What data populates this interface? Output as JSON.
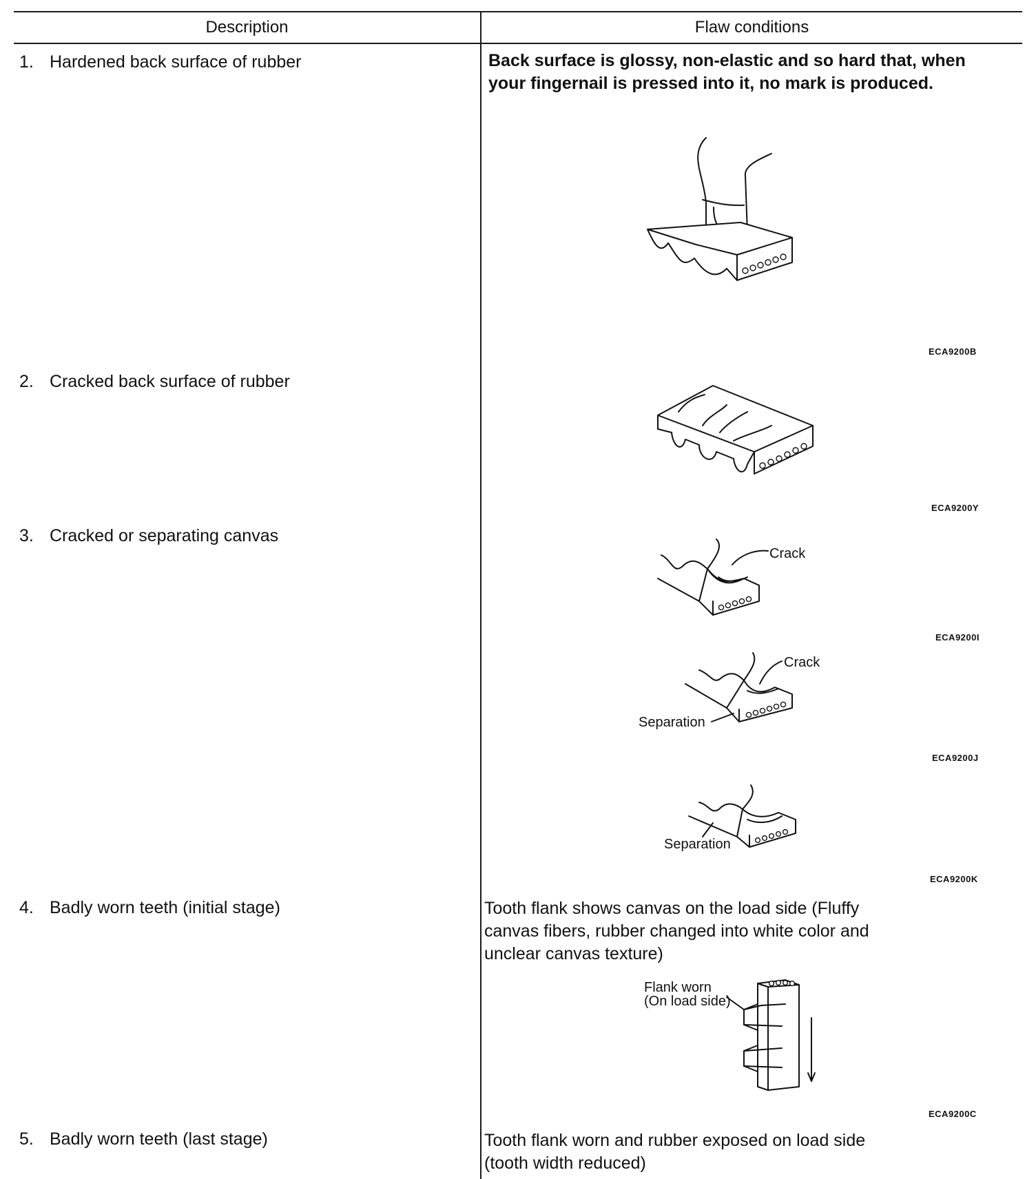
{
  "table": {
    "headers": {
      "description": "Description",
      "flaw": "Flaw conditions"
    },
    "rows": [
      {
        "description": {
          "num": "1.",
          "text": "Hardened back surface of rubber"
        },
        "condition": "Back surface is glossy, non-elastic and so hard that, when your fingernail is pressed into it, no mark is produced.",
        "figures": [
          {
            "code": "ECA9200B",
            "labels": []
          }
        ]
      },
      {
        "description": {
          "num": "2.",
          "text": "Cracked back surface of rubber"
        },
        "condition": "",
        "figures": [
          {
            "code": "ECA9200Y",
            "labels": []
          }
        ]
      },
      {
        "description": {
          "num": "3.",
          "text": "Cracked or separating canvas"
        },
        "condition": "",
        "figures": [
          {
            "code": "ECA9200I",
            "labels": [
              "Crack"
            ]
          },
          {
            "code": "ECA9200J",
            "labels": [
              "Crack",
              "Separation"
            ]
          },
          {
            "code": "ECA9200K",
            "labels": [
              "Separation"
            ]
          }
        ]
      },
      {
        "description": {
          "num": "4.",
          "text": "Badly worn teeth (initial stage)"
        },
        "condition": "Tooth flank shows canvas on the load side (Fluffy canvas fibers, rubber changed into white color and unclear canvas texture)",
        "figures": [
          {
            "code": "ECA9200C",
            "labels": [
              "Flank worn",
              "(On load side)"
            ]
          }
        ]
      },
      {
        "description": {
          "num": "5.",
          "text": "Badly worn teeth (last stage)"
        },
        "condition": "Tooth flank worn and rubber exposed on load side (tooth width reduced)",
        "figures": []
      }
    ]
  }
}
